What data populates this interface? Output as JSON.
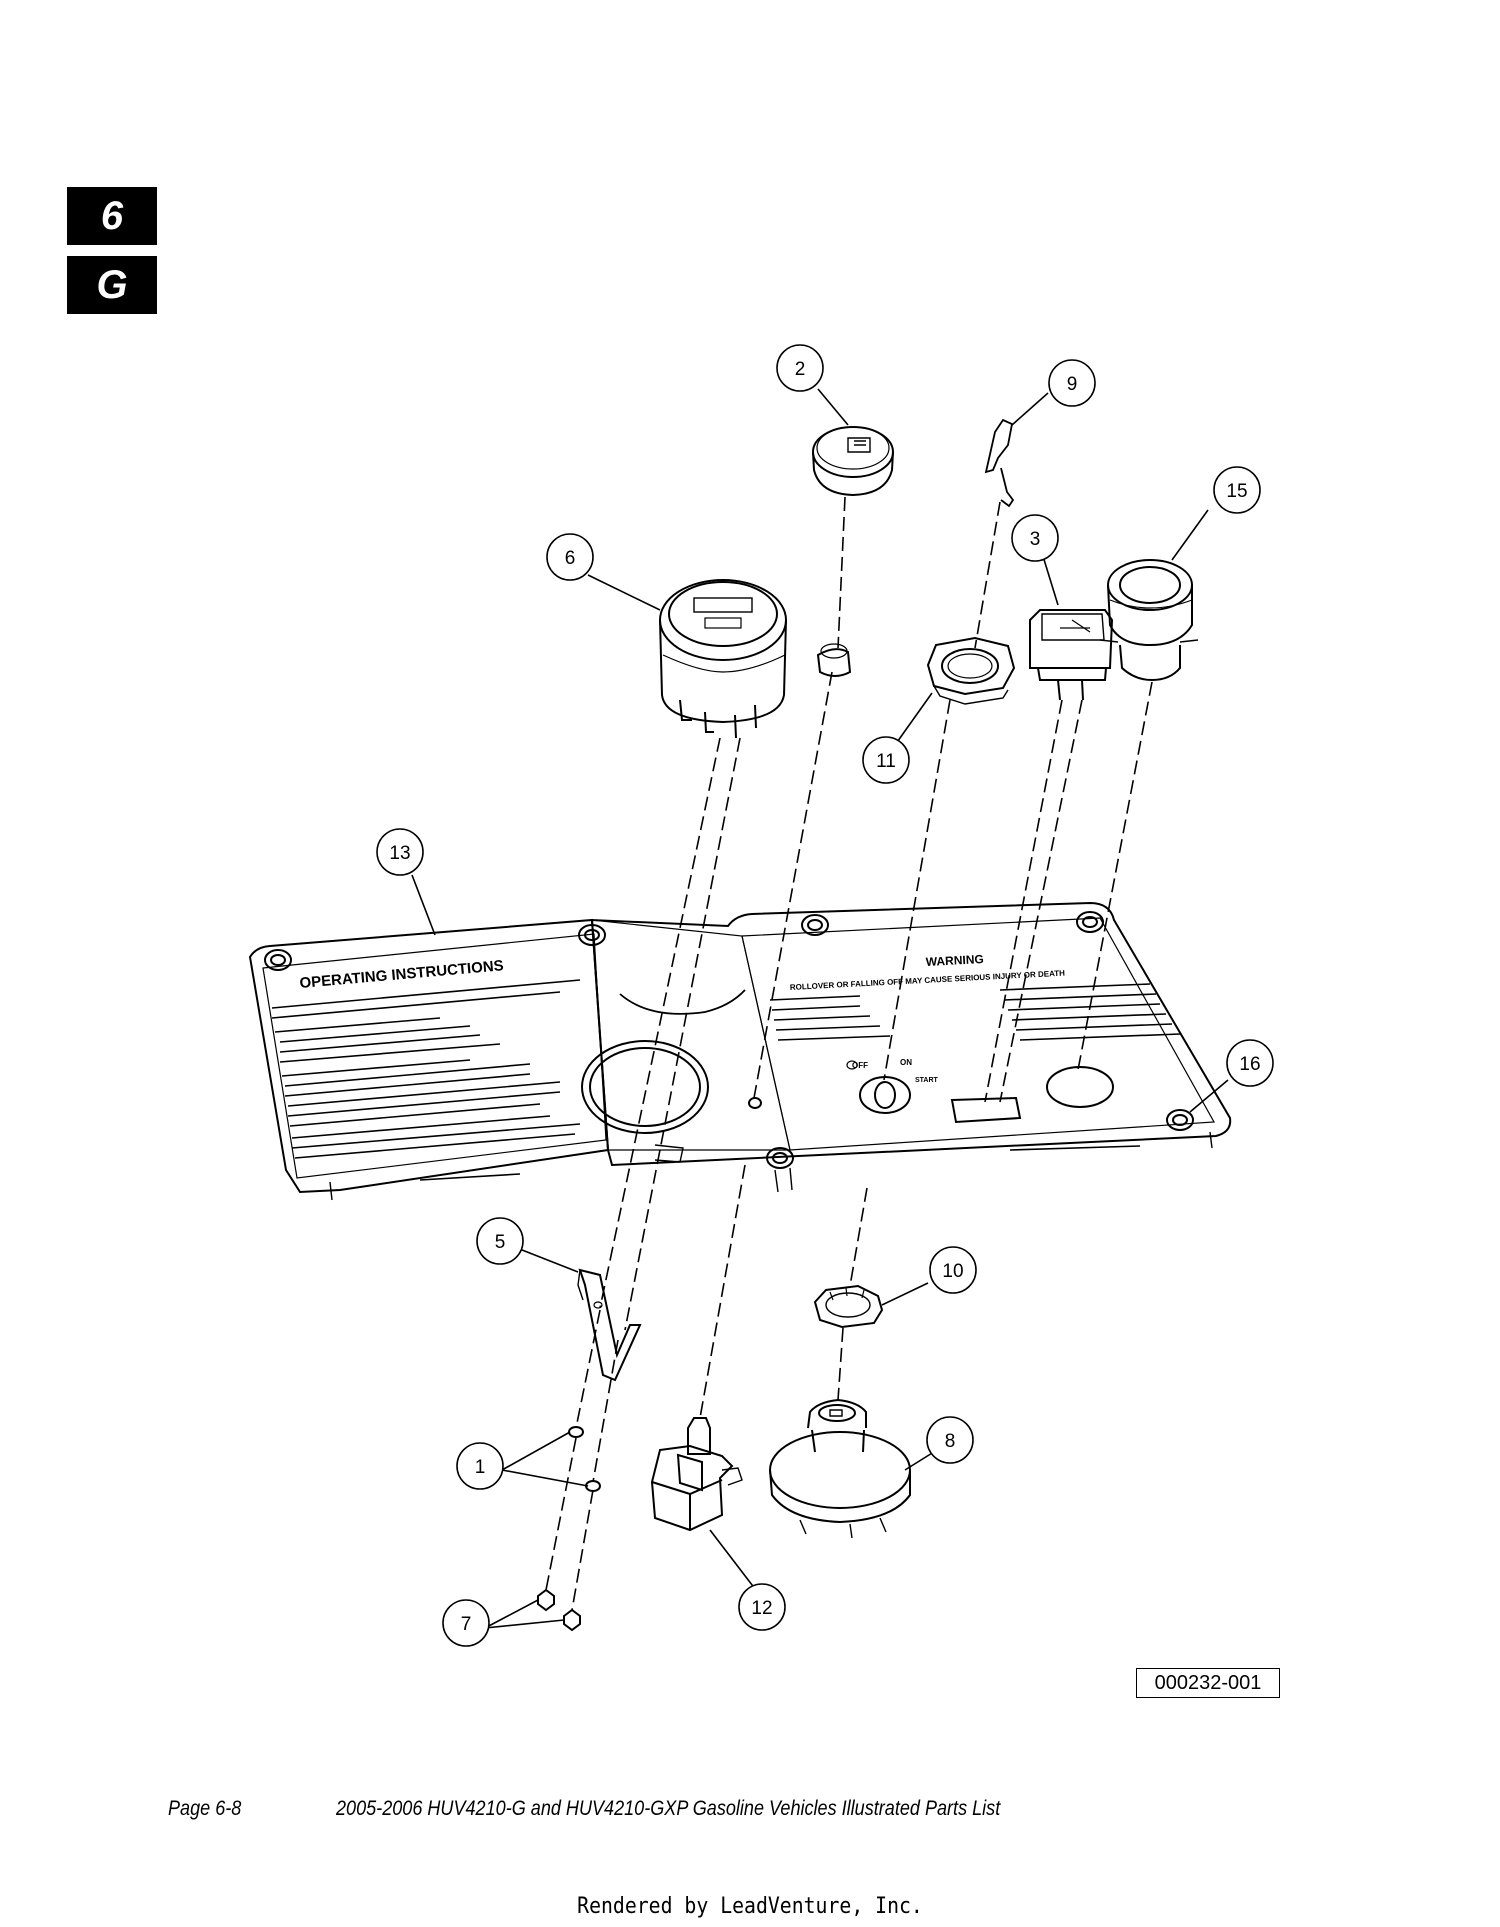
{
  "section_tabs": [
    "6",
    "G"
  ],
  "callouts": [
    "1",
    "2",
    "3",
    "5",
    "6",
    "7",
    "8",
    "9",
    "10",
    "11",
    "12",
    "13",
    "15",
    "16"
  ],
  "decals": {
    "operating_heading": "OPERATING INSTRUCTIONS",
    "warning_heading": "WARNING",
    "warning_line": "ROLLOVER OR FALLING OFF MAY CAUSE SERIOUS INJURY OR DEATH",
    "switch_off": "OFF",
    "switch_on": "ON",
    "switch_start": "START"
  },
  "figure_id": "000232-001",
  "footer": {
    "page": "Page 6-8",
    "title": "2005-2006 HUV4210-G and HUV4210-GXP Gasoline Vehicles Illustrated Parts List"
  },
  "rendered_by": "Rendered by LeadVenture, Inc."
}
